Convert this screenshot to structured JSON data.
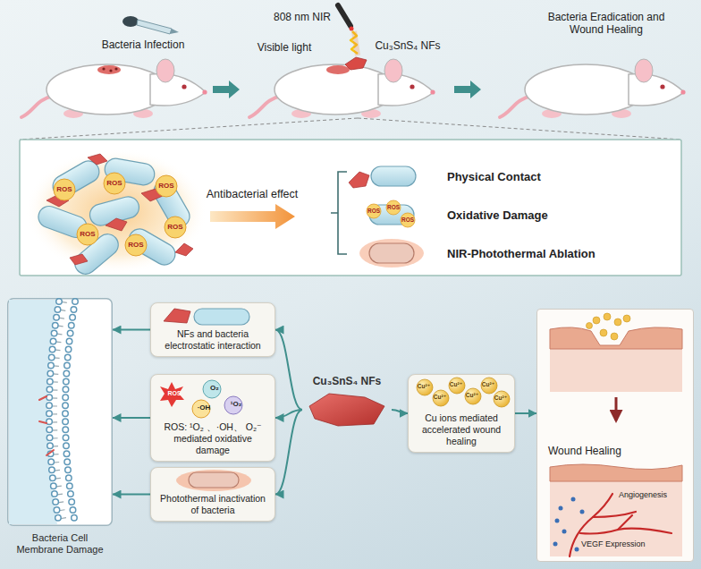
{
  "diagram": {
    "nodes": [
      {
        "text": [
          "Bacteria Cell Membrane Damage"
        ]
      },
      {
        "text": [
          "NFs and bacteria electrostatic interaction"
        ]
      },
      {
        "text": [
          "ROS: ¹O₂ 、·OH、 O₂⁻ mediated oxidative damage"
        ]
      },
      {
        "text": [
          "Photothermal inactivation of bacteria"
        ]
      },
      {
        "text": [
          "Cu₃SnS₄ NFs"
        ]
      },
      {
        "text": [
          "Cu ions mediated accelerated wound healing"
        ]
      },
      {
        "text": [
          "Wound Healing"
        ]
      }
    ],
    "edges": [
      {
        "from": 4,
        "to": 1,
        "arrow": "to"
      },
      {
        "from": 4,
        "to": 2,
        "arrow": "to"
      },
      {
        "from": 4,
        "to": 3,
        "arrow": "to"
      },
      {
        "from": 1,
        "to": 0,
        "arrow": "to"
      },
      {
        "from": 2,
        "to": 0,
        "arrow": "to"
      },
      {
        "from": 3,
        "to": 0,
        "arrow": "to"
      },
      {
        "from": 4,
        "to": 5,
        "arrow": "to"
      },
      {
        "from": 5,
        "to": 6,
        "arrow": "to"
      }
    ],
    "labels": [
      "Bacteria Infection",
      "808 nm NIR",
      "Visible light",
      "Cu₃SnS₄ NFs",
      "Bacteria Eradication and Wound Healing",
      "Antibacterial effect",
      "Physical Contact",
      "Oxidative Damage",
      "NIR-Photothermal Ablation",
      "ROS",
      "ROS",
      "ROS",
      "ROS",
      "ROS",
      "ROS",
      "ROS",
      "ROS",
      "ROS",
      "ROS",
      "O₂",
      "·OH",
      "¹O₂",
      "Angiogenesis",
      "VEGF Expression",
      "Cu²⁺",
      "Cu²⁺",
      "Cu²⁺",
      "Cu²⁺",
      "Cu²⁺",
      "Cu²⁺"
    ]
  }
}
